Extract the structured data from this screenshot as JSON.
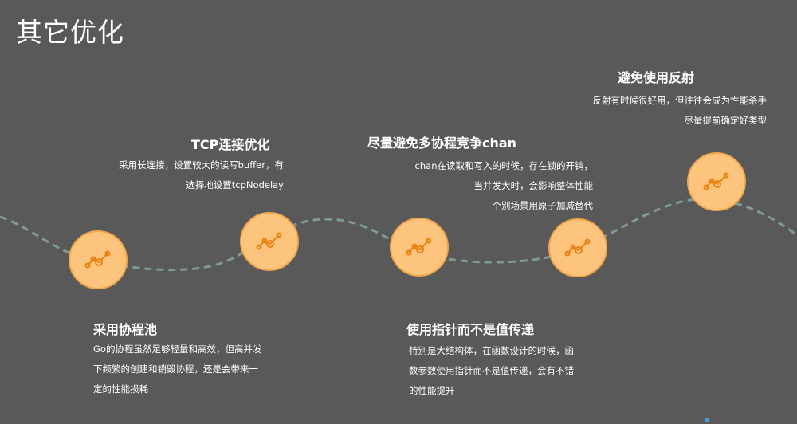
{
  "title": "其它优化",
  "colors": {
    "background": "#595959",
    "node_fill": "#fdc47e",
    "node_border": "#f0a64a",
    "icon": "#e8820f",
    "wave": "#7f9b95"
  },
  "items": [
    {
      "icon": "network-graph-icon",
      "heading": "采用协程池",
      "lines": [
        "Go的协程虽然足够轻量和高效，但高并发",
        "下频繁的创建和销毁协程，还是会带来一",
        "定的性能损耗"
      ]
    },
    {
      "icon": "network-graph-icon",
      "heading": "TCP连接优化",
      "lines": [
        "采用长连接，设置较大的读写buffer，有",
        "选择地设置tcpNodelay"
      ]
    },
    {
      "icon": "network-graph-icon",
      "heading": "尽量避免多协程竞争chan",
      "lines": [
        "chan在读取和写入的时候，存在锁的开销，",
        "当并发大时，会影响整体性能",
        "个别场景用原子加减替代"
      ]
    },
    {
      "icon": "network-graph-icon",
      "heading": "使用指针而不是值传递",
      "lines": [
        "特别是大结构体，在函数设计的时候，函",
        "数参数使用指针而不是值传递，会有不错",
        "的性能提升"
      ]
    },
    {
      "icon": "network-graph-icon",
      "heading": "避免使用反射",
      "lines": [
        "反射有时候很好用，但往往会成为性能杀手",
        "尽量提前确定好类型"
      ]
    }
  ]
}
